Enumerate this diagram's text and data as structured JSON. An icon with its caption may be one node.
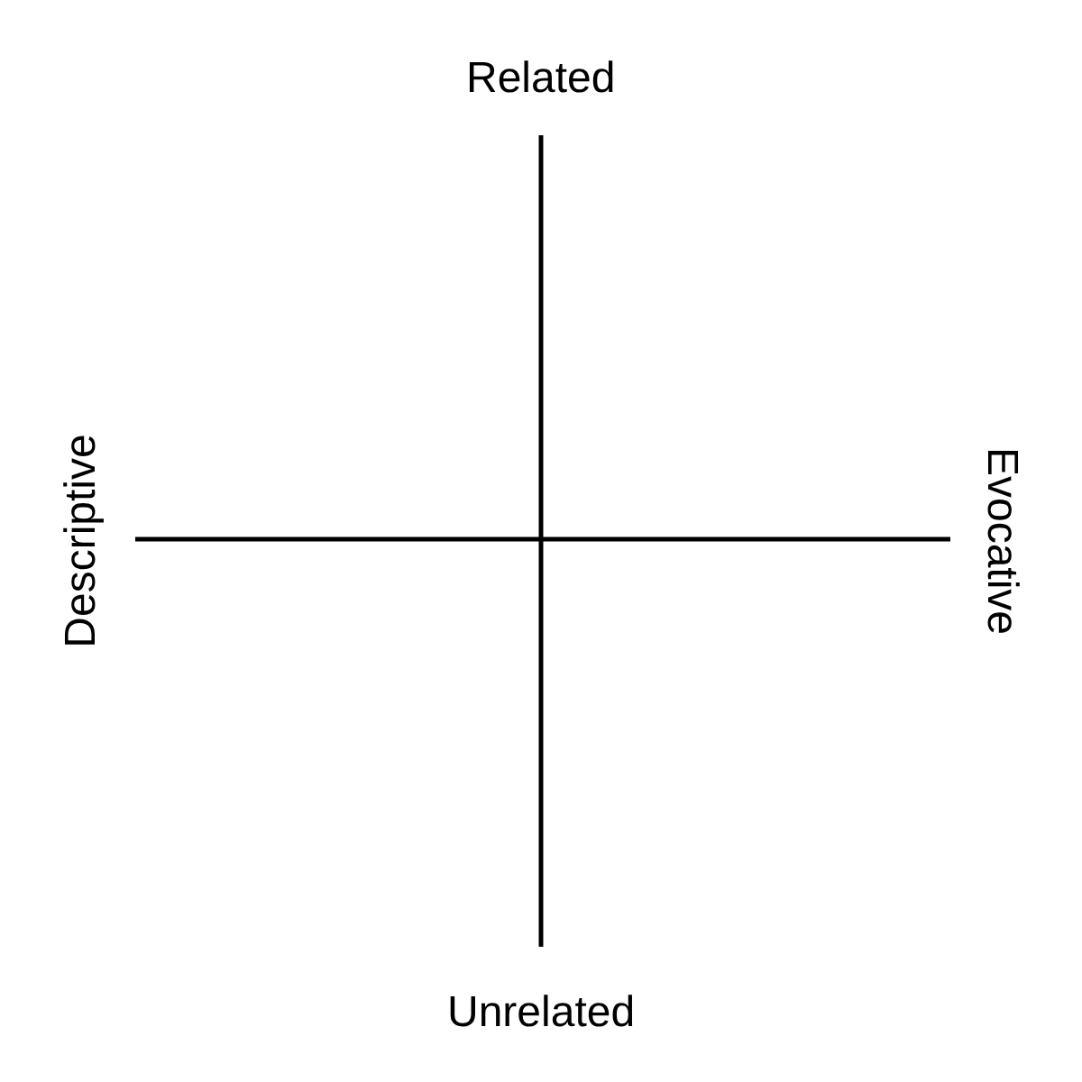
{
  "diagram": {
    "labels": [
      "Related",
      "Descriptive",
      "Evocative",
      "Unrelated"
    ]
  }
}
